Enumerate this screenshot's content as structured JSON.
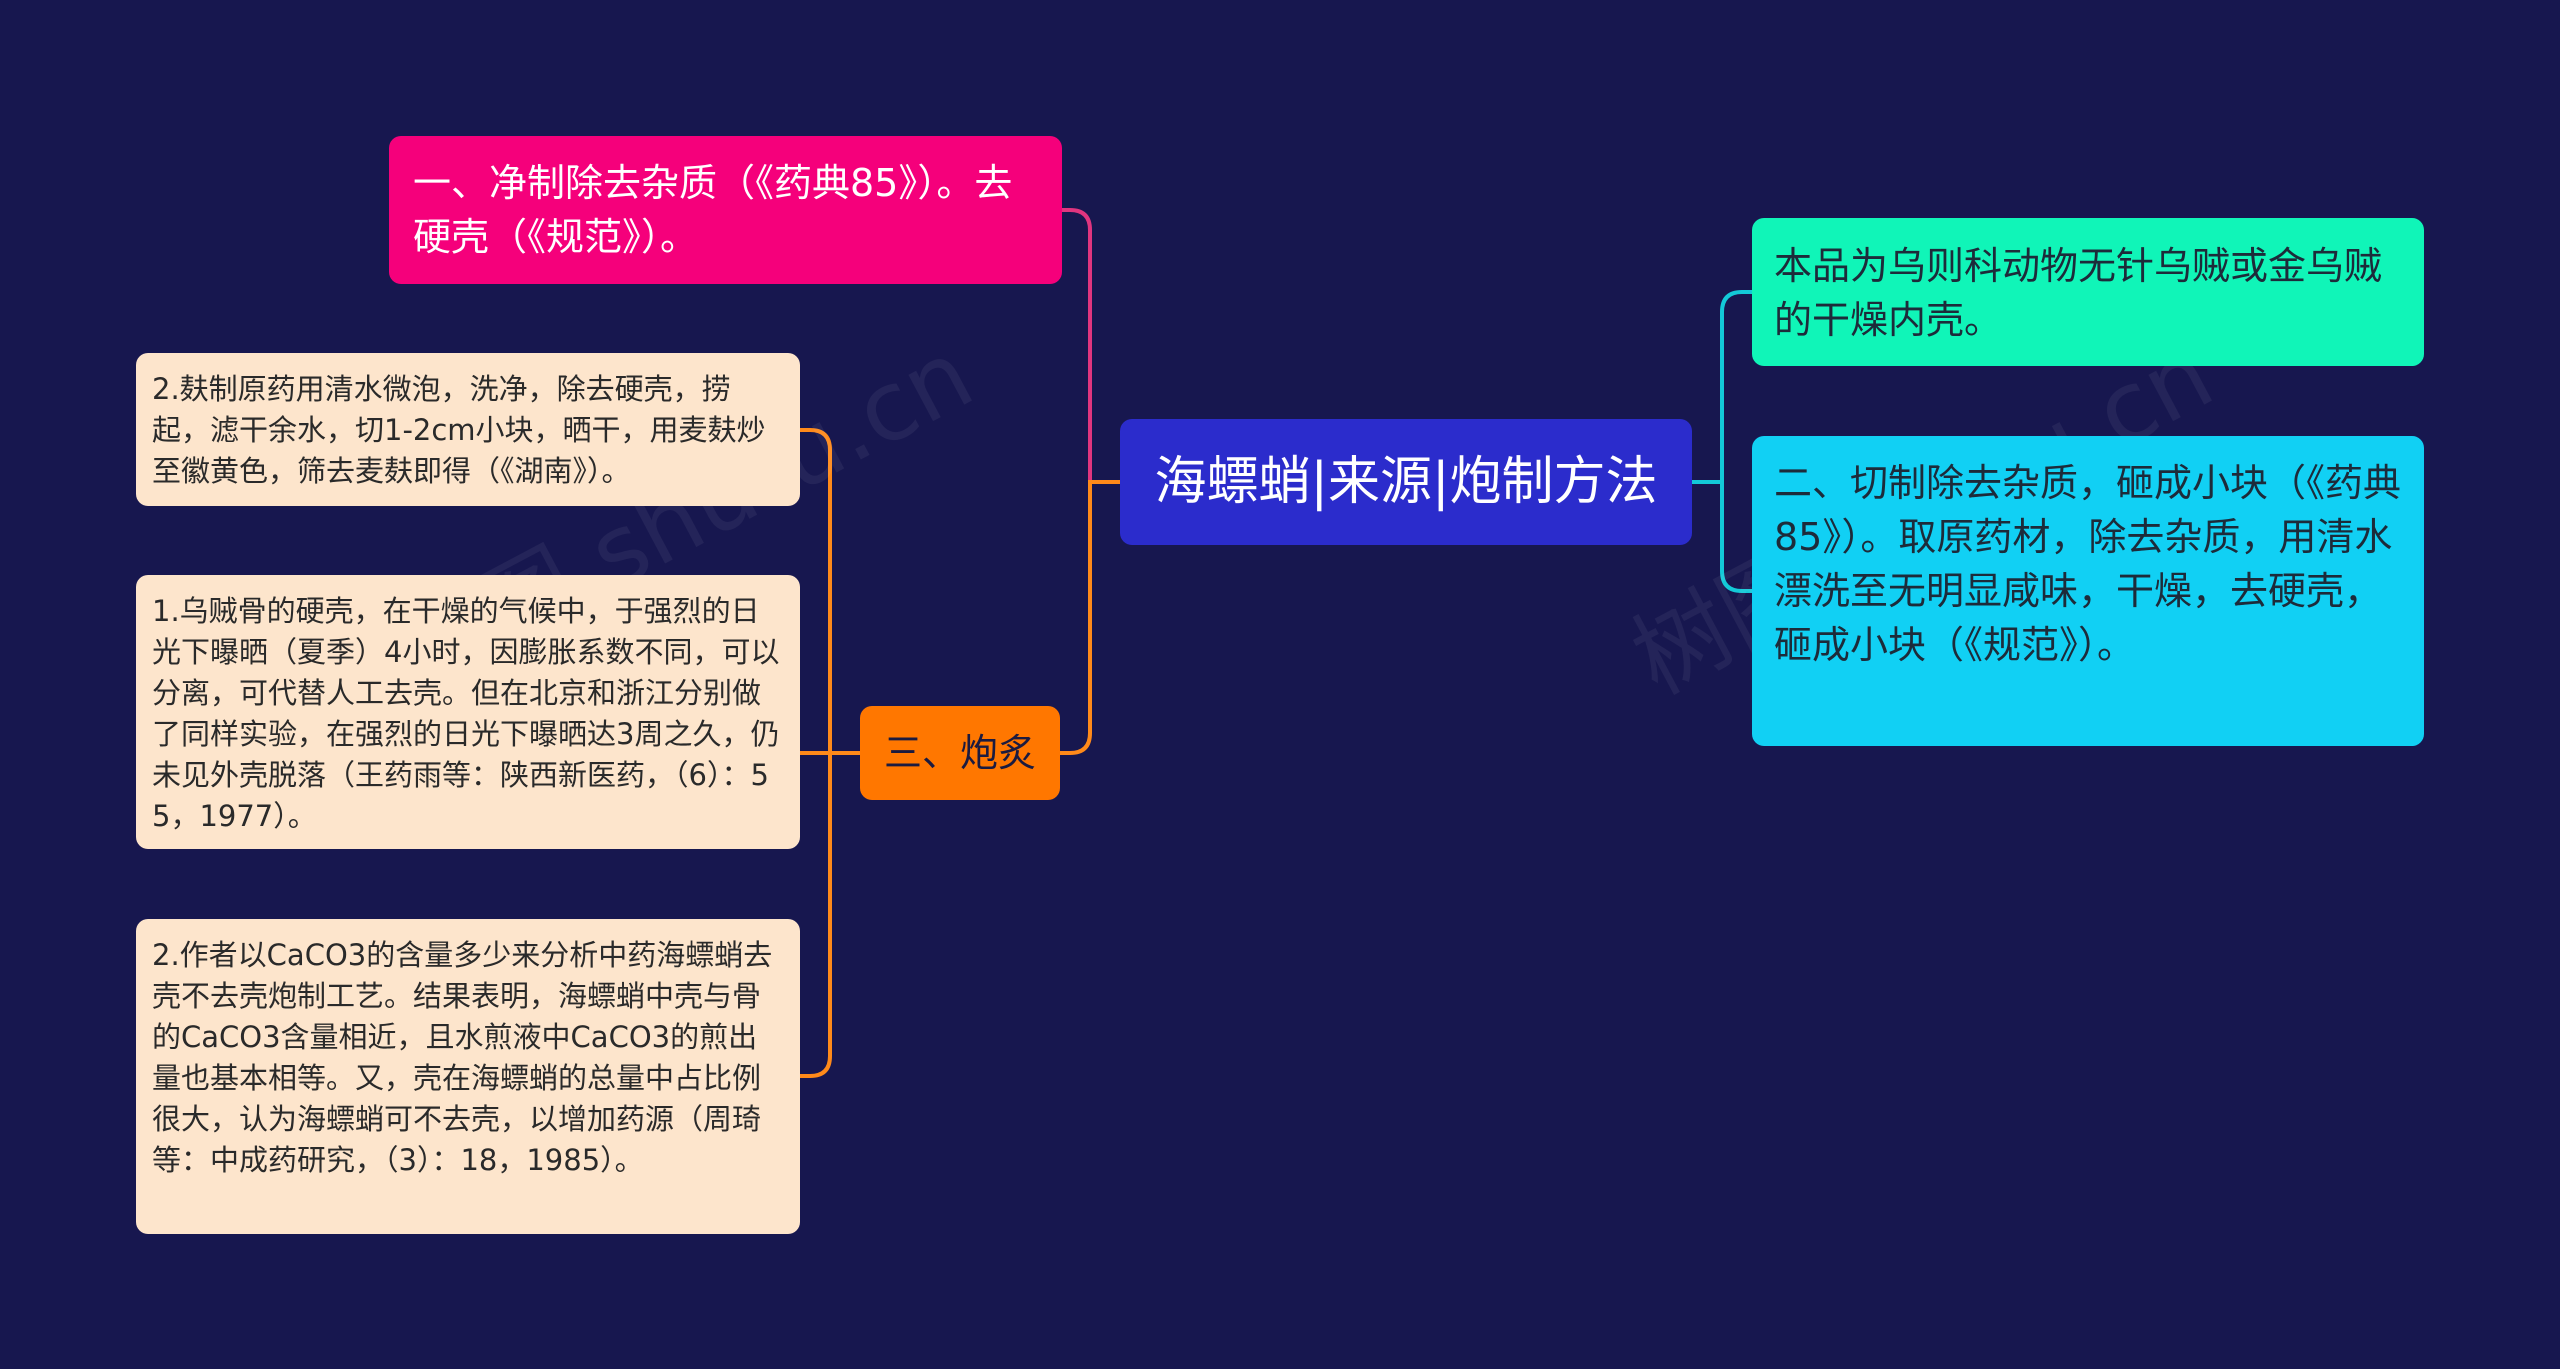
{
  "mindmap": {
    "center": "海螵蛸|来源|炮制方法",
    "left": {
      "jingzhi": "一、净制除去杂质（《药典85》）。去硬壳（《规范》）。",
      "paozhi": {
        "label": "三、炮炙",
        "children": [
          "2.麸制原药用清水微泡，洗净，除去硬壳，捞起，滤干余水，切1-2cm小块，晒干，用麦麸炒至徽黄色，筛去麦麸即得（《湖南》）。",
          "1.乌贼骨的硬壳，在干燥的气候中，于强烈的日光下曝晒（夏季）4小时，因膨胀系数不同，可以分离，可代替人工去壳。但在北京和浙江分别做了同样实验，在强烈的日光下曝晒达3周之久，仍未见外壳脱落（王药雨等：陕西新医药，（6）：55，1977）。",
          "2.作者以CaCO3的含量多少来分析中药海螵蛸去壳不去壳炮制工艺。结果表明，海螵蛸中壳与骨的CaCO3含量相近，且水煎液中CaCO3的煎出量也基本相等。又，壳在海螵蛸的总量中占比例很大，认为海螵蛸可不去壳，以增加药源（周琦等：中成药研究，（3）：18，1985）。"
        ]
      }
    },
    "right": {
      "laiyuan": "本品为乌则科动物无针乌贼或金乌贼的干燥内壳。",
      "qiezhi": "二、切制除去杂质，砸成小块（《药典85》）。取原药材，除去杂质，用清水漂洗至无明显咸味，干燥，去硬壳，砸成小块（《规范》）。"
    },
    "watermark": "树图 shutu.cn"
  },
  "colors": {
    "background": "#17174f",
    "center": "#2b2ccc",
    "pink": "#f5007b",
    "orange": "#ff7700",
    "cream": "#fde5cc",
    "teal": "#10f5b8",
    "cyan": "#11d0f4",
    "line_left": "#e0357f",
    "line_orange": "#ff8a1a",
    "line_right": "#13c9d8"
  }
}
